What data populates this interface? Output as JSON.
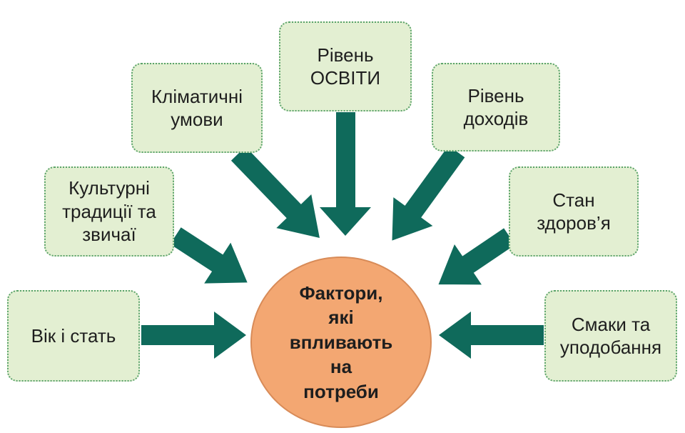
{
  "diagram": {
    "center": {
      "text": "Фактори,\nякі\nвпливають\nна\nпотреби"
    },
    "factors": [
      {
        "id": "age",
        "text": "Вік і стать"
      },
      {
        "id": "culture",
        "text": "Культурні\nтрадиції та\nзвичаї"
      },
      {
        "id": "climate",
        "text": "Кліматичні\nумови"
      },
      {
        "id": "education",
        "text": "Рівень\nОСВІТИ"
      },
      {
        "id": "income",
        "text": "Рівень\nдоходів"
      },
      {
        "id": "health",
        "text": "Стан\nздоров’я"
      },
      {
        "id": "tastes",
        "text": "Смаки та\nуподобання"
      }
    ],
    "colors": {
      "box_fill": "#e3efd2",
      "box_border": "#5aa36a",
      "arrow": "#0f6a5b",
      "center_fill": "#f3a772"
    }
  }
}
